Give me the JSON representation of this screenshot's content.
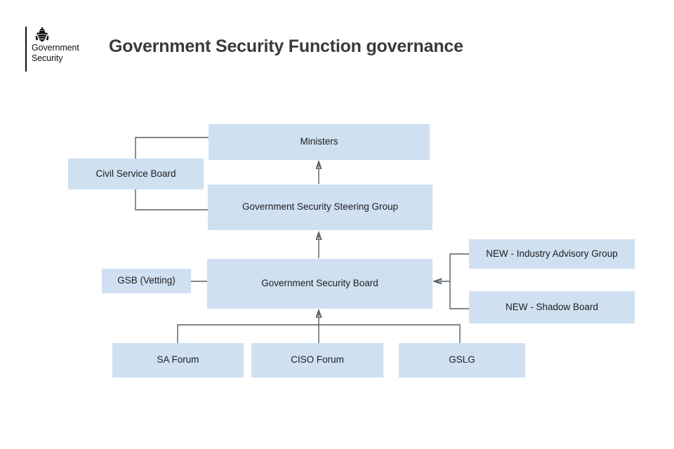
{
  "header": {
    "logo": {
      "icon": "royal-crest-icon",
      "line1": "Government",
      "line2": "Security"
    },
    "title": "Government Security Function governance"
  },
  "diagram": {
    "type": "org-chart",
    "fill_color": "#cfe0f1",
    "line_color": "#595f63",
    "nodes": [
      {
        "id": "ministers",
        "label": "Ministers"
      },
      {
        "id": "civil-service-board",
        "label": "Civil Service Board"
      },
      {
        "id": "gssg",
        "label": "Government Security Steering Group"
      },
      {
        "id": "gsb-vetting",
        "label": "GSB (Vetting)"
      },
      {
        "id": "gsb",
        "label": "Government Security Board"
      },
      {
        "id": "industry-advisory-group",
        "label": "NEW - Industry Advisory Group"
      },
      {
        "id": "shadow-board",
        "label": "NEW - Shadow Board"
      },
      {
        "id": "sa-forum",
        "label": "SA Forum"
      },
      {
        "id": "ciso-forum",
        "label": "CISO Forum"
      },
      {
        "id": "gslg",
        "label": "GSLG"
      }
    ],
    "edges": [
      {
        "from": "gssg",
        "to": "ministers",
        "arrow": true
      },
      {
        "from": "civil-service-board",
        "to": "ministers",
        "arrow": false
      },
      {
        "from": "civil-service-board",
        "to": "gssg",
        "arrow": false
      },
      {
        "from": "gsb",
        "to": "gssg",
        "arrow": true
      },
      {
        "from": "gsb-vetting",
        "to": "gsb",
        "arrow": false
      },
      {
        "from": "industry-advisory-group",
        "to": "gsb",
        "arrow": true
      },
      {
        "from": "shadow-board",
        "to": "gsb",
        "arrow": true
      },
      {
        "from": "sa-forum",
        "to": "gsb",
        "arrow": true
      },
      {
        "from": "ciso-forum",
        "to": "gsb",
        "arrow": true
      },
      {
        "from": "gslg",
        "to": "gsb",
        "arrow": true
      }
    ]
  }
}
